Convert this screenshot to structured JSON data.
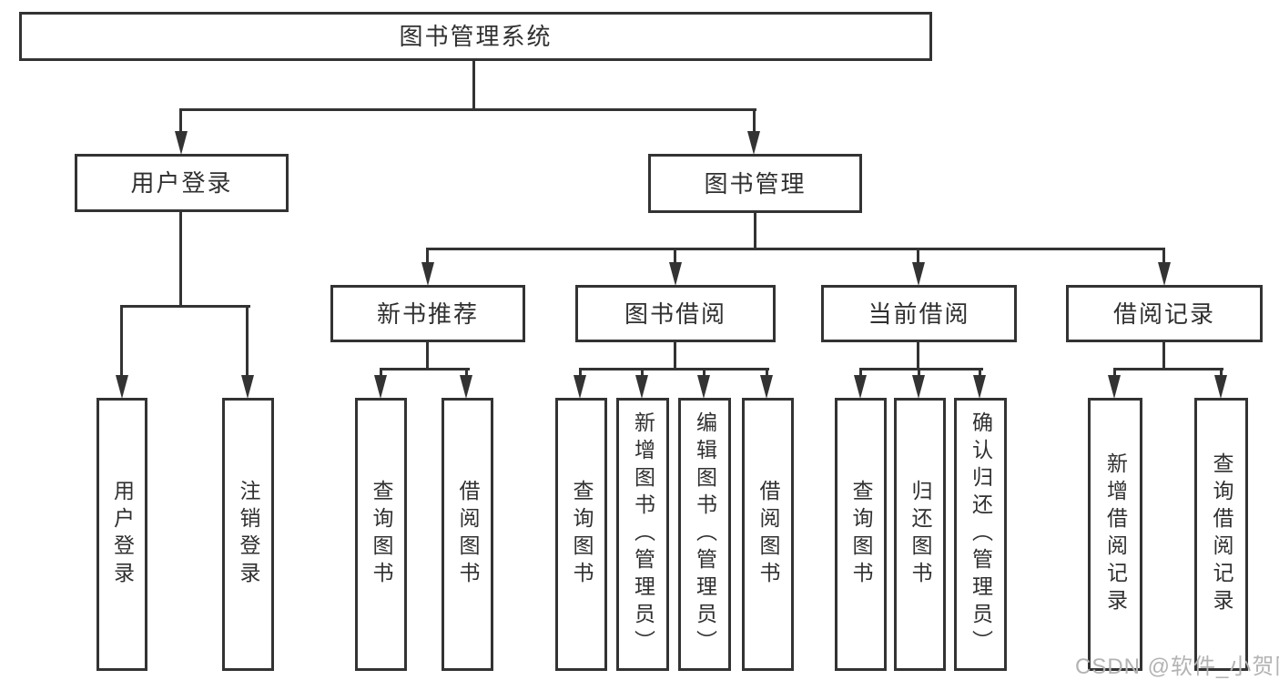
{
  "diagram_type": "hierarchy-tree",
  "tree": {
    "label": "图书管理系统",
    "children": [
      {
        "label": "用户登录",
        "children": [
          {
            "label": "用户登录"
          },
          {
            "label": "注销登录"
          }
        ]
      },
      {
        "label": "图书管理",
        "children": [
          {
            "label": "新书推荐",
            "children": [
              {
                "label": "查询图书"
              },
              {
                "label": "借阅图书"
              }
            ]
          },
          {
            "label": "图书借阅",
            "children": [
              {
                "label": "查询图书"
              },
              {
                "label": "新增图书（管理员）"
              },
              {
                "label": "编辑图书（管理员）"
              },
              {
                "label": "借阅图书"
              }
            ]
          },
          {
            "label": "当前借阅",
            "children": [
              {
                "label": "查询图书"
              },
              {
                "label": "归还图书"
              },
              {
                "label": "确认归还（管理员）"
              }
            ]
          },
          {
            "label": "借阅记录",
            "children": [
              {
                "label": "新增借阅记录"
              },
              {
                "label": "查询借阅记录"
              }
            ]
          }
        ]
      }
    ]
  },
  "watermark": {
    "text": "CSDN @软件_小贺同学"
  },
  "colors": {
    "line": "#333333",
    "text": "#303030",
    "bg": "#ffffff",
    "watermark": "#b3b3b3"
  }
}
